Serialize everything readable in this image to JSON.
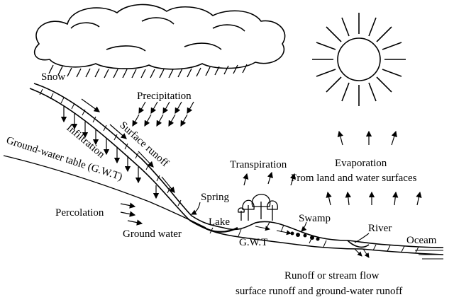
{
  "labels": {
    "snow": "Snow",
    "precipitation": "Precipitation",
    "infiltration": "Infiltration",
    "surface_runoff": "Surface runoff",
    "gwt_full": "Ground-water table (G.W.T)",
    "transpiration": "Transpiration",
    "evaporation": "Evaporation",
    "evaporation_sub": "From land and water surfaces",
    "spring": "Spring",
    "percolation": "Percolation",
    "lake": "Lake",
    "swamp": "Swamp",
    "river": "River",
    "ocean": "Oceam",
    "ground_water": "Ground water",
    "gwt_short": "G.W.T",
    "runoff_line1": "Runoff or stream flow",
    "runoff_line2": "surface runoff and ground-water runoff"
  }
}
